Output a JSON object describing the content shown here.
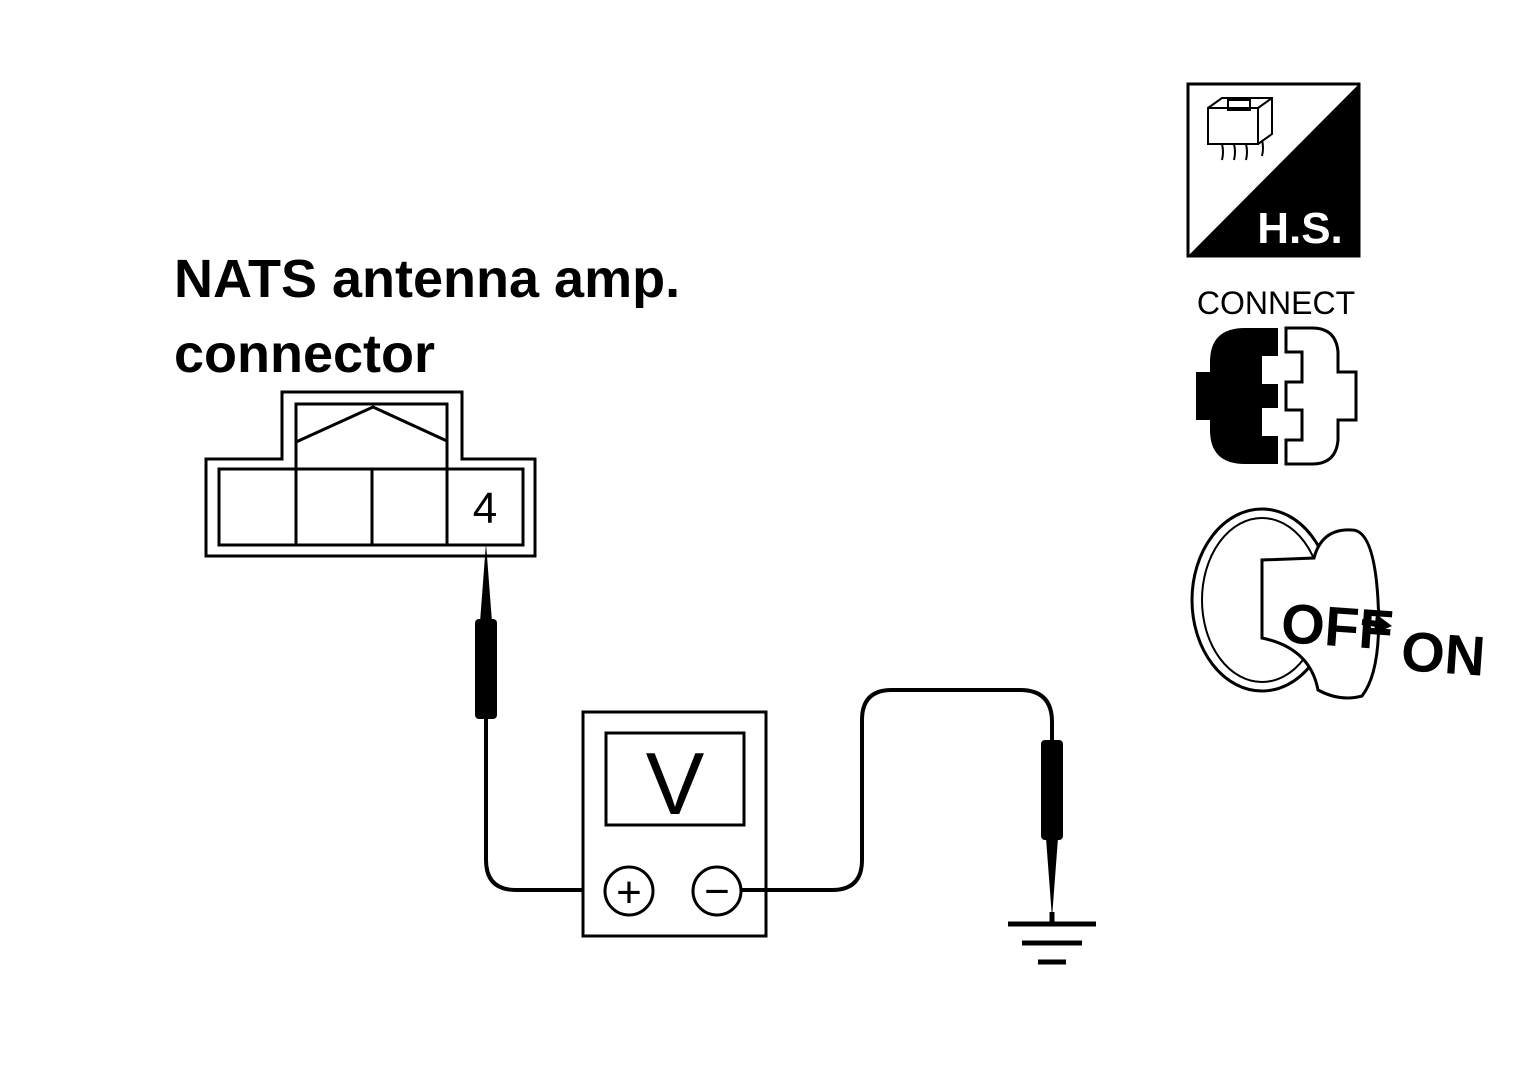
{
  "connector": {
    "label_line1": "NATS antenna amp.",
    "label_line2": "connector",
    "terminal_number": "4"
  },
  "meter": {
    "display": "V",
    "positive_symbol": "+",
    "negative_symbol": "−"
  },
  "icons": {
    "harness_side_label": "H.S.",
    "connect_label": "CONNECT",
    "ignition_off_label": "OFF",
    "ignition_on_label": "ON"
  },
  "colors": {
    "ink": "#000000",
    "paper": "#ffffff"
  }
}
